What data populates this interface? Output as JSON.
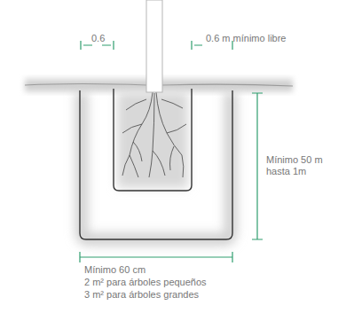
{
  "diagram": {
    "labels": [
      "0.6",
      "0.6 m mínimo libre",
      "Mínimo 50 m hasta 1m",
      "Mínimo 60 cm",
      "2 m² para árboles pequeños",
      "3 m² para árboles grandes"
    ]
  }
}
